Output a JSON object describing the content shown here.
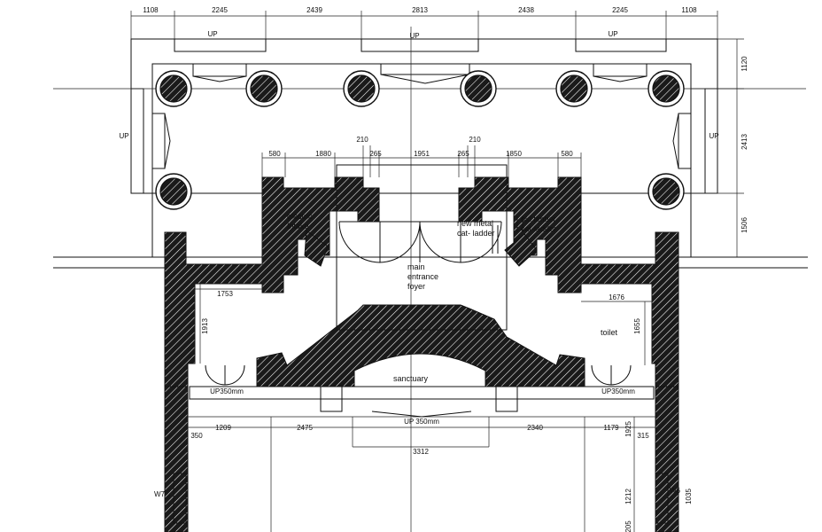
{
  "drawing": {
    "colors": {
      "line": "#111111",
      "wall_fill": "#1a1a1a",
      "background": "#ffffff"
    }
  },
  "dims": {
    "top": [
      "1108",
      "2245",
      "2439",
      "2813",
      "2438",
      "2245",
      "1108"
    ],
    "right": [
      "1120",
      "2413",
      "1506"
    ],
    "inner_top": [
      "210",
      "210",
      "580",
      "1880",
      "265",
      "1951",
      "265",
      "1850",
      "580"
    ],
    "room_left": [
      "1753",
      "1913"
    ],
    "room_right": [
      "1676",
      "1655"
    ],
    "bottom": [
      "1209",
      "2475",
      "3312",
      "2340",
      "1179"
    ],
    "bottom_side": [
      "350",
      "1925",
      "315",
      "1212",
      "1035",
      "205"
    ],
    "window_tags": [
      "W7",
      "W6"
    ]
  },
  "stair_labels": {
    "up": "UP",
    "up350": "UP350mm",
    "up_center": "UP 350mm"
  },
  "rooms": {
    "electric": "electric\nIntake",
    "new_metal": "new metal\ncat- ladder",
    "old_timber": "old timber\ncat-ladder",
    "foyer": "main\nentrance\nfoyer",
    "toilet": "toilet",
    "sanctuary": "sanctuary"
  }
}
